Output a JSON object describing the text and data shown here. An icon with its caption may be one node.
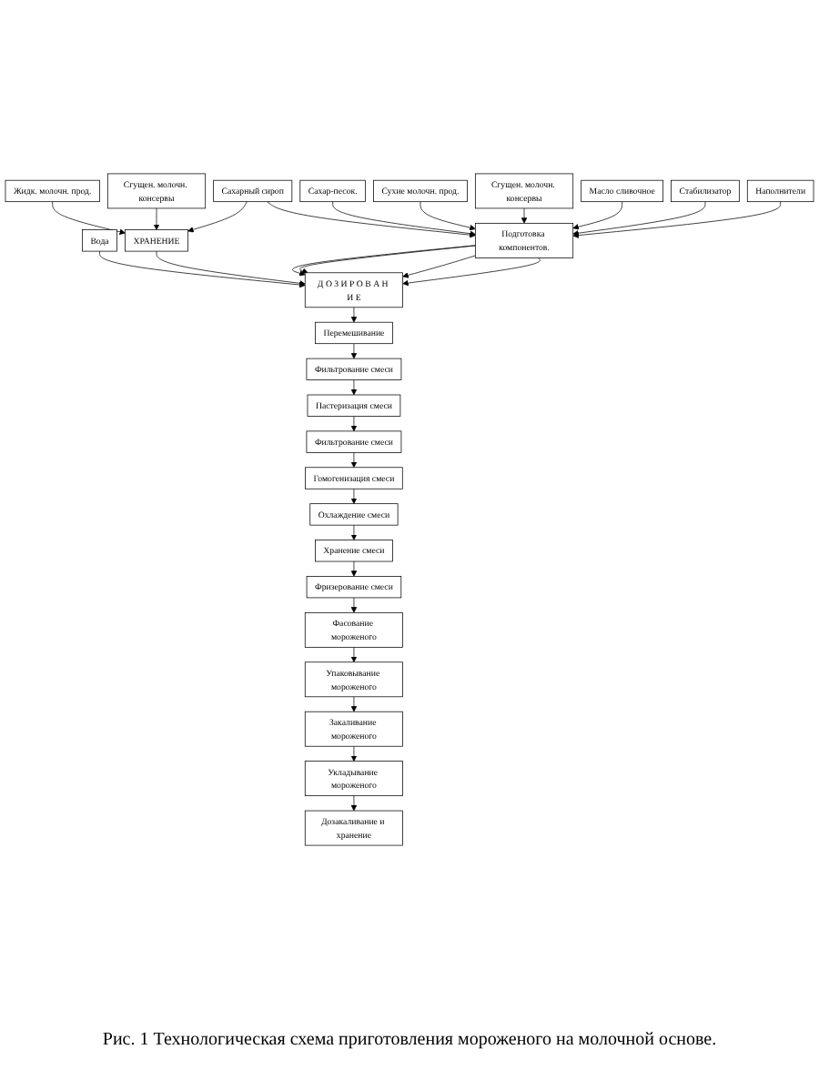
{
  "diagram": {
    "caption": "Рис. 1 Технологическая схема приготовления мороженого на молочной основе.",
    "nodes": [
      {
        "text": [
          "Жидк. молочн. прод."
        ]
      },
      {
        "text": [
          "Сгущен. молочн. консервы"
        ]
      },
      {
        "text": [
          "Сахарный сироп"
        ]
      },
      {
        "text": [
          "Сухие молочн. прод."
        ]
      },
      {
        "text": [
          "Сгущен. молочн. консервы"
        ]
      },
      {
        "text": [
          "Масло сливочное"
        ]
      },
      {
        "text": [
          "Стабилизатор"
        ]
      },
      {
        "text": [
          "Наполнители"
        ]
      },
      {
        "text": [
          "ХРАНЕНИЕ"
        ]
      },
      {
        "text": [
          "Сахар-песок."
        ]
      },
      {
        "text": [
          "Вода"
        ]
      },
      {
        "text": [
          "Подготовка компонентов."
        ]
      },
      {
        "text": [
          "Д О З И Р О В А Н И Е"
        ]
      },
      {
        "text": [
          "Перемешивание"
        ]
      },
      {
        "text": [
          "Фильтрование смеси"
        ]
      },
      {
        "text": [
          "Пастеризация смеси"
        ]
      },
      {
        "text": [
          "Фильтрование смеси"
        ]
      },
      {
        "text": [
          "Гомогенизация смеси"
        ]
      },
      {
        "text": [
          "Охлаждение смеси"
        ]
      },
      {
        "text": [
          "Хранение смеси"
        ]
      },
      {
        "text": [
          "Фризерование смеси"
        ]
      },
      {
        "text": [
          "Фасование мороженого"
        ]
      },
      {
        "text": [
          "Упаковывание мороженого"
        ]
      },
      {
        "text": [
          "Закаливание мороженого"
        ]
      },
      {
        "text": [
          "Укладывание мороженого"
        ]
      },
      {
        "text": [
          "Дозакаливание и хранение"
        ]
      }
    ],
    "edges": [
      {
        "from": 0,
        "to": 8,
        "arrow": "to"
      },
      {
        "from": 1,
        "to": 8,
        "arrow": "to"
      },
      {
        "from": 2,
        "to": 8,
        "arrow": "to"
      },
      {
        "from": 2,
        "to": 11,
        "arrow": "to"
      },
      {
        "from": 9,
        "to": 11,
        "arrow": "to"
      },
      {
        "from": 3,
        "to": 11,
        "arrow": "to"
      },
      {
        "from": 4,
        "to": 11,
        "arrow": "to"
      },
      {
        "from": 5,
        "to": 11,
        "arrow": "to"
      },
      {
        "from": 6,
        "to": 11,
        "arrow": "to"
      },
      {
        "from": 7,
        "to": 11,
        "arrow": "to"
      },
      {
        "from": 10,
        "to": 12,
        "arrow": "to"
      },
      {
        "from": 8,
        "to": 12,
        "arrow": "to"
      },
      {
        "from": 11,
        "to": 12,
        "arrow": "to"
      },
      {
        "from": 11,
        "to": 12,
        "arrow": "to"
      },
      {
        "from": 11,
        "to": 12,
        "arrow": "to"
      },
      {
        "from": 11,
        "to": 12,
        "arrow": "to"
      },
      {
        "from": 12,
        "to": 13,
        "arrow": "to"
      },
      {
        "from": 13,
        "to": 14,
        "arrow": "to"
      },
      {
        "from": 14,
        "to": 15,
        "arrow": "to"
      },
      {
        "from": 15,
        "to": 16,
        "arrow": "to"
      },
      {
        "from": 16,
        "to": 17,
        "arrow": "to"
      },
      {
        "from": 17,
        "to": 18,
        "arrow": "to"
      },
      {
        "from": 18,
        "to": 19,
        "arrow": "to"
      },
      {
        "from": 19,
        "to": 20,
        "arrow": "to"
      },
      {
        "from": 20,
        "to": 21,
        "arrow": "to"
      },
      {
        "from": 21,
        "to": 22,
        "arrow": "to"
      },
      {
        "from": 22,
        "to": 23,
        "arrow": "to"
      },
      {
        "from": 23,
        "to": 24,
        "arrow": "to"
      },
      {
        "from": 24,
        "to": 25,
        "arrow": "to"
      }
    ]
  }
}
